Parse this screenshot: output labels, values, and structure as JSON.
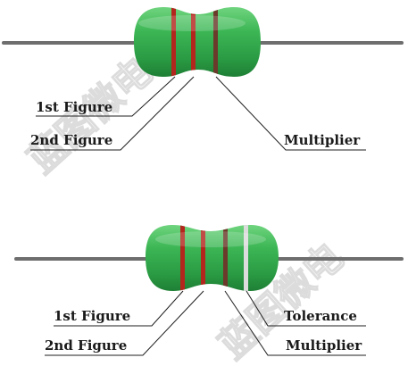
{
  "diagram_top": {
    "labels": {
      "first": "1st Figure",
      "second": "2nd Figure",
      "multiplier": "Multiplier"
    },
    "bands": [
      "red",
      "red",
      "brown"
    ],
    "colors": {
      "body": "#2fa84a",
      "red": "#b3261e",
      "brown": "#6b3a2a"
    }
  },
  "diagram_bottom": {
    "labels": {
      "first": "1st Figure",
      "second": "2nd Figure",
      "tolerance": "Tolerance",
      "multiplier": "Multiplier"
    },
    "bands": [
      "red",
      "red",
      "brown",
      "silver"
    ],
    "colors": {
      "body": "#2fa84a",
      "red": "#b3261e",
      "brown": "#6b3a2a",
      "silver": "#dcdcdc"
    }
  },
  "watermark": {
    "text": "蓝图微电"
  }
}
